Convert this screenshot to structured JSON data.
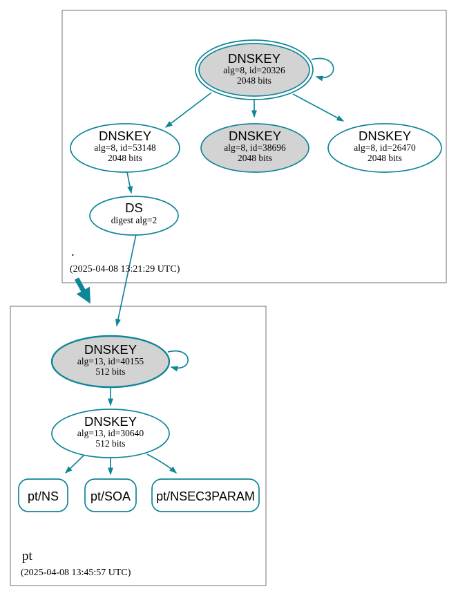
{
  "colors": {
    "accent_teal": "#0f8598",
    "node_fill_gray": "#d3d3d3",
    "box_border_gray": "#737373"
  },
  "zones": {
    "root": {
      "label": ".",
      "timestamp": "(2025-04-08 13:21:29 UTC)"
    },
    "pt": {
      "label": "pt",
      "timestamp": "(2025-04-08 13:45:57 UTC)"
    }
  },
  "nodes": {
    "root_ksk": {
      "title": "DNSKEY",
      "attrs": "alg=8, id=20326",
      "size": "2048 bits"
    },
    "root_zsk_53148": {
      "title": "DNSKEY",
      "attrs": "alg=8, id=53148",
      "size": "2048 bits"
    },
    "root_zsk_38696": {
      "title": "DNSKEY",
      "attrs": "alg=8, id=38696",
      "size": "2048 bits"
    },
    "root_zsk_26470": {
      "title": "DNSKEY",
      "attrs": "alg=8, id=26470",
      "size": "2048 bits"
    },
    "root_ds": {
      "title": "DS",
      "attrs": "digest alg=2"
    },
    "pt_ksk": {
      "title": "DNSKEY",
      "attrs": "alg=13, id=40155",
      "size": "512 bits"
    },
    "pt_zsk": {
      "title": "DNSKEY",
      "attrs": "alg=13, id=30640",
      "size": "512 bits"
    },
    "pt_ns": {
      "label": "pt/NS"
    },
    "pt_soa": {
      "label": "pt/SOA"
    },
    "pt_nsec3param": {
      "label": "pt/NSEC3PARAM"
    }
  }
}
